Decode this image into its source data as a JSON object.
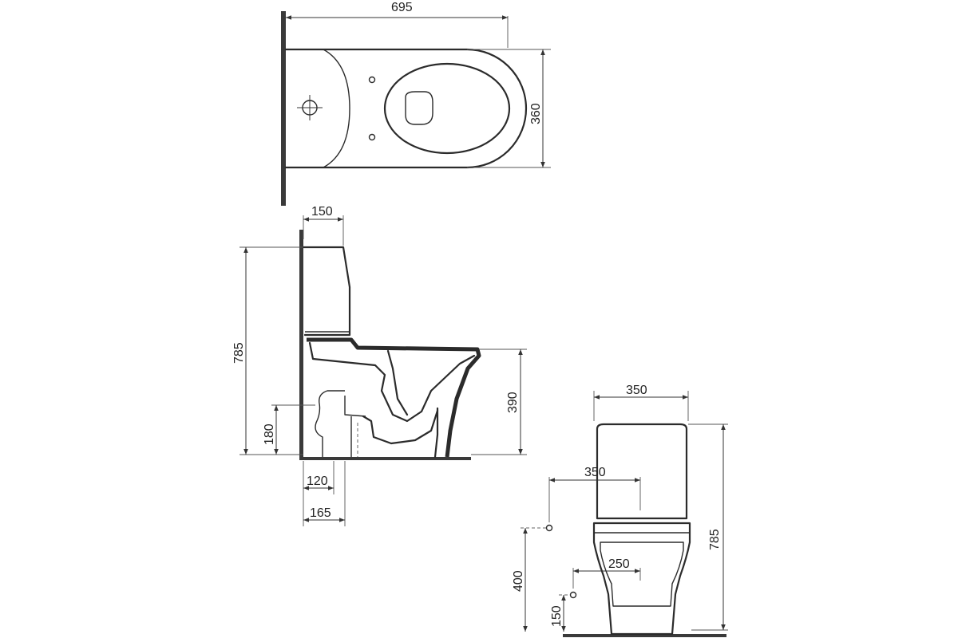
{
  "top_view": {
    "width_label": "695",
    "depth_label": "360"
  },
  "side_view": {
    "tank_depth_label": "150",
    "total_height_label": "785",
    "seat_height_label": "390",
    "outlet_height_label": "180",
    "outlet_offset_label": "120",
    "outlet_wall_label": "165"
  },
  "front_view": {
    "tank_width_label": "350",
    "inlet_offset_label": "350",
    "inlet_height_label": "400",
    "bowl_offset_label": "250",
    "low_inlet_label": "150",
    "total_height_label": "785"
  }
}
